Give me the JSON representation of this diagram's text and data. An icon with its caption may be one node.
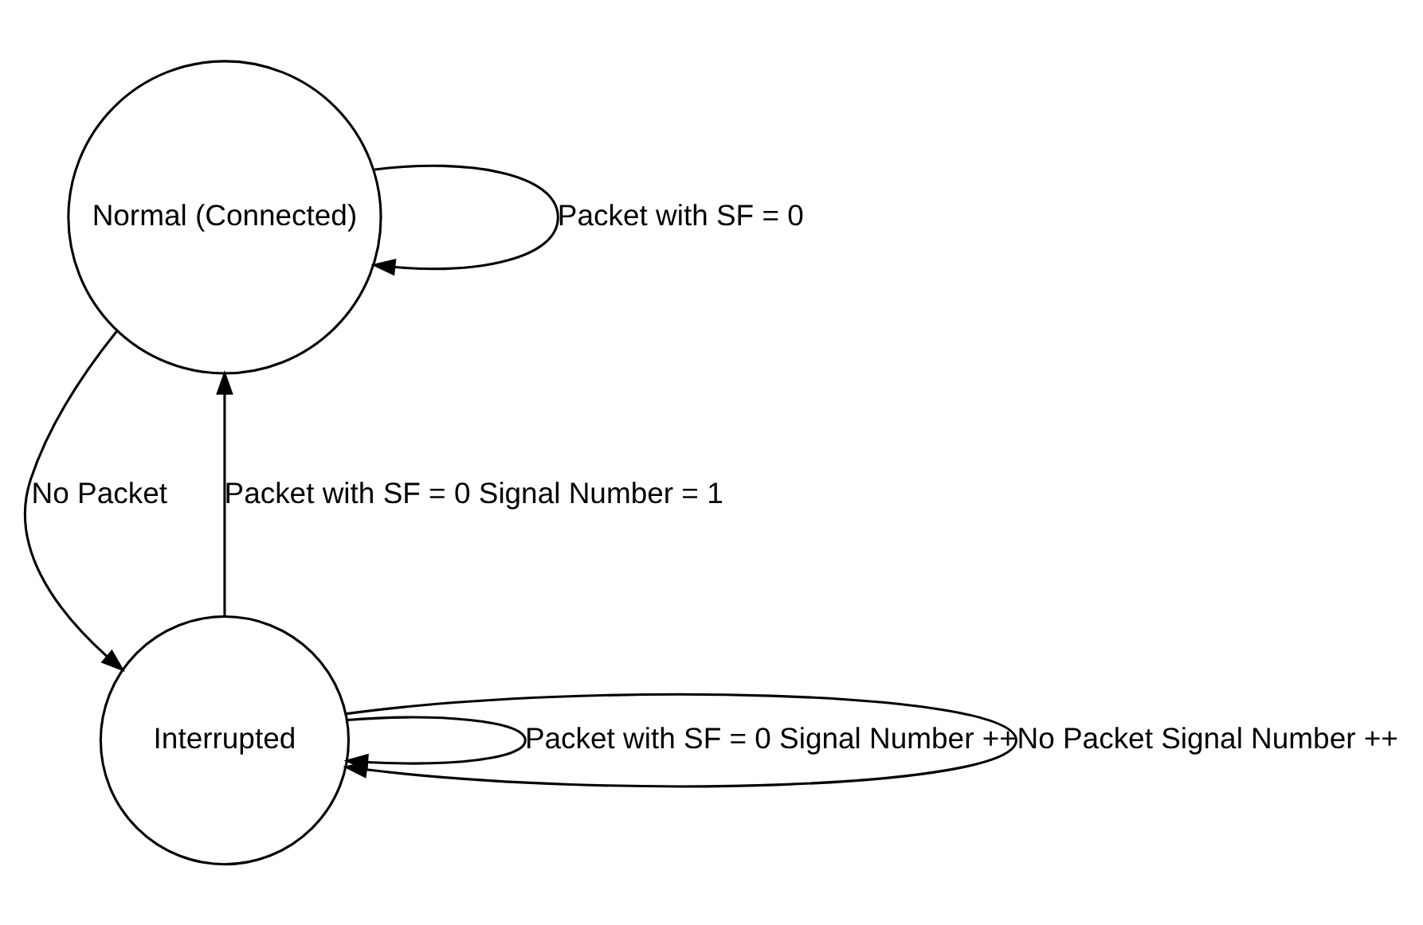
{
  "diagram": {
    "nodes": [
      {
        "text": [
          "Normal (Connected)"
        ]
      },
      {
        "text": [
          "Interrupted"
        ]
      }
    ],
    "edges": [
      {
        "from": 0,
        "to": 0,
        "arrow": "to",
        "label": "Packet with SF = 0"
      },
      {
        "from": 0,
        "to": 1,
        "arrow": "to",
        "label": "No Packet"
      },
      {
        "from": 1,
        "to": 1,
        "arrow": "to",
        "label": "Packet with SF = 0 Signal Number ++"
      },
      {
        "from": 1,
        "to": 0,
        "arrow": "to",
        "label": "Packet with SF = 0 Signal Number = 1"
      },
      {
        "from": 1,
        "to": 1,
        "arrow": "to",
        "label": "No Packet Signal Number ++"
      }
    ]
  }
}
